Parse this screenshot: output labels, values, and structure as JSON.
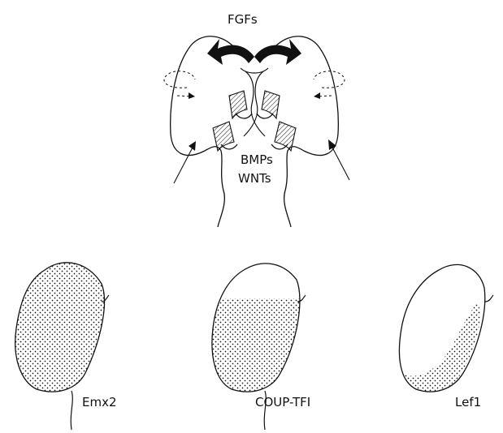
{
  "top": {
    "signal_top": "FGFs",
    "signal_bottom_1": "BMPs",
    "signal_bottom_2": "WNTs"
  },
  "panels": [
    {
      "gene": "Emx2",
      "expression": "uniform stipple across whole hemisphere"
    },
    {
      "gene": "COUP-TFI",
      "expression": "stipple in lower/caudal portion"
    },
    {
      "gene": "Lef1",
      "expression": "stipple along lower/medial edge"
    }
  ],
  "colors": {
    "ink": "#111111",
    "background": "#ffffff"
  }
}
